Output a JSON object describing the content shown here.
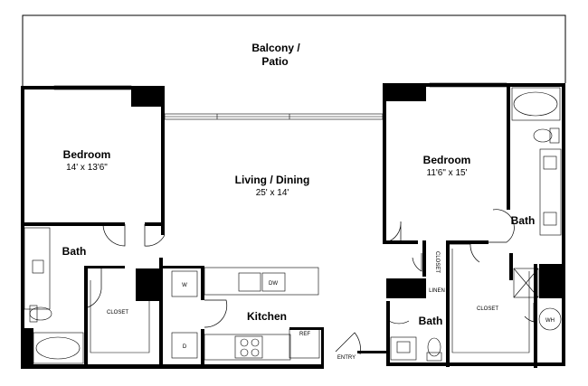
{
  "floorplan": {
    "balcony": {
      "label_line1": "Balcony /",
      "label_line2": "Patio"
    },
    "bedroom_left": {
      "name": "Bedroom",
      "dimensions": "14' x 13'6\""
    },
    "living_dining": {
      "name": "Living / Dining",
      "dimensions": "25' x 14'"
    },
    "bedroom_right": {
      "name": "Bedroom",
      "dimensions": "11'6\" x 15'"
    },
    "bath_left": {
      "name": "Bath"
    },
    "bath_right_upper": {
      "name": "Bath"
    },
    "bath_center": {
      "name": "Bath"
    },
    "kitchen": {
      "name": "Kitchen"
    },
    "closet_left": {
      "name": "CLOSET"
    },
    "closet_right": {
      "name": "CLOSET"
    },
    "closet_small": {
      "name": "CLOSET"
    },
    "linen": {
      "name": "LINEN"
    },
    "entry": {
      "name": "ENTRY"
    },
    "washer": {
      "name": "W"
    },
    "dryer": {
      "name": "D"
    },
    "dishwasher": {
      "name": "DW"
    },
    "refrigerator": {
      "name": "REF"
    },
    "water_heater": {
      "name": "WH"
    }
  }
}
